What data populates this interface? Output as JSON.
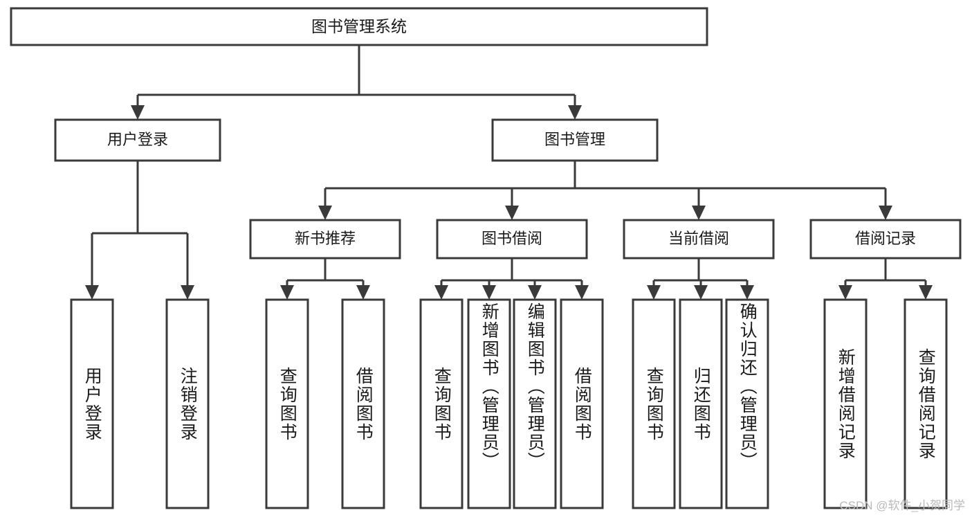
{
  "diagram": {
    "title": "图书管理系统",
    "type": "hierarchy-tree",
    "root": {
      "label": "图书管理系统",
      "orientation": "horizontal"
    },
    "level1": [
      {
        "label": "用户登录",
        "orientation": "horizontal"
      },
      {
        "label": "图书管理",
        "orientation": "horizontal"
      }
    ],
    "level2": [
      {
        "label": "新书推荐",
        "orientation": "horizontal"
      },
      {
        "label": "图书借阅",
        "orientation": "horizontal"
      },
      {
        "label": "当前借阅",
        "orientation": "horizontal"
      },
      {
        "label": "借阅记录",
        "orientation": "horizontal"
      }
    ],
    "leaves_user_login": [
      {
        "label": "用户登录",
        "orientation": "vertical",
        "align": "middle"
      },
      {
        "label": "注销登录",
        "orientation": "vertical",
        "align": "middle"
      }
    ],
    "leaves_new_book": [
      {
        "label": "查询图书",
        "orientation": "vertical",
        "align": "middle"
      },
      {
        "label": "借阅图书",
        "orientation": "vertical",
        "align": "middle"
      }
    ],
    "leaves_borrow": [
      {
        "label": "查询图书",
        "orientation": "vertical",
        "align": "middle"
      },
      {
        "label": "新增图书（管理员）",
        "orientation": "vertical",
        "align": "top"
      },
      {
        "label": "编辑图书（管理员）",
        "orientation": "vertical",
        "align": "top"
      },
      {
        "label": "借阅图书",
        "orientation": "vertical",
        "align": "middle"
      }
    ],
    "leaves_current": [
      {
        "label": "查询图书",
        "orientation": "vertical",
        "align": "middle"
      },
      {
        "label": "归还图书",
        "orientation": "vertical",
        "align": "middle"
      },
      {
        "label": "确认归还（管理员）",
        "orientation": "vertical",
        "align": "top"
      }
    ],
    "leaves_records": [
      {
        "label": "新增借阅记录",
        "orientation": "vertical",
        "align": "middle"
      },
      {
        "label": "查询借阅记录",
        "orientation": "vertical",
        "align": "middle"
      }
    ]
  },
  "watermark": {
    "text": "CSDN @软件_小贺同学"
  },
  "colors": {
    "box_stroke": "#3a3a3a",
    "box_fill": "#ffffff",
    "text": "#1a1a1a",
    "watermark": "#b9b9b9",
    "background": "#ffffff"
  }
}
